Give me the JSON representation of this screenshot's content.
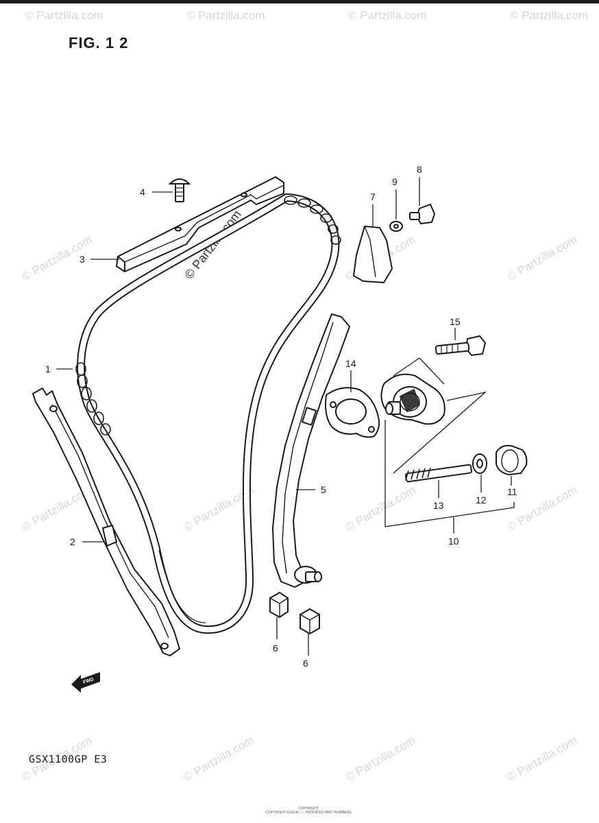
{
  "figure_title": "FIG. 1 2",
  "model_code": "GSX1100GP  E3",
  "watermark_text": "© Partzilla.com",
  "fwd_label": "FWD",
  "footer_lines": [
    "COPYRIGHT",
    "COPYRIGHT SUZUKI  ----  INDICATES PART NUMBERS"
  ],
  "callouts": {
    "c1": "1",
    "c2": "2",
    "c3": "3",
    "c4": "4",
    "c5": "5",
    "c6a": "6",
    "c6b": "6",
    "c7": "7",
    "c8": "8",
    "c9": "9",
    "c10": "10",
    "c11": "11",
    "c12": "12",
    "c13": "13",
    "c14": "14",
    "c15": "15"
  },
  "colors": {
    "ink": "#1a1a1a",
    "watermark": "#d6d6d6",
    "background": "#ffffff"
  }
}
